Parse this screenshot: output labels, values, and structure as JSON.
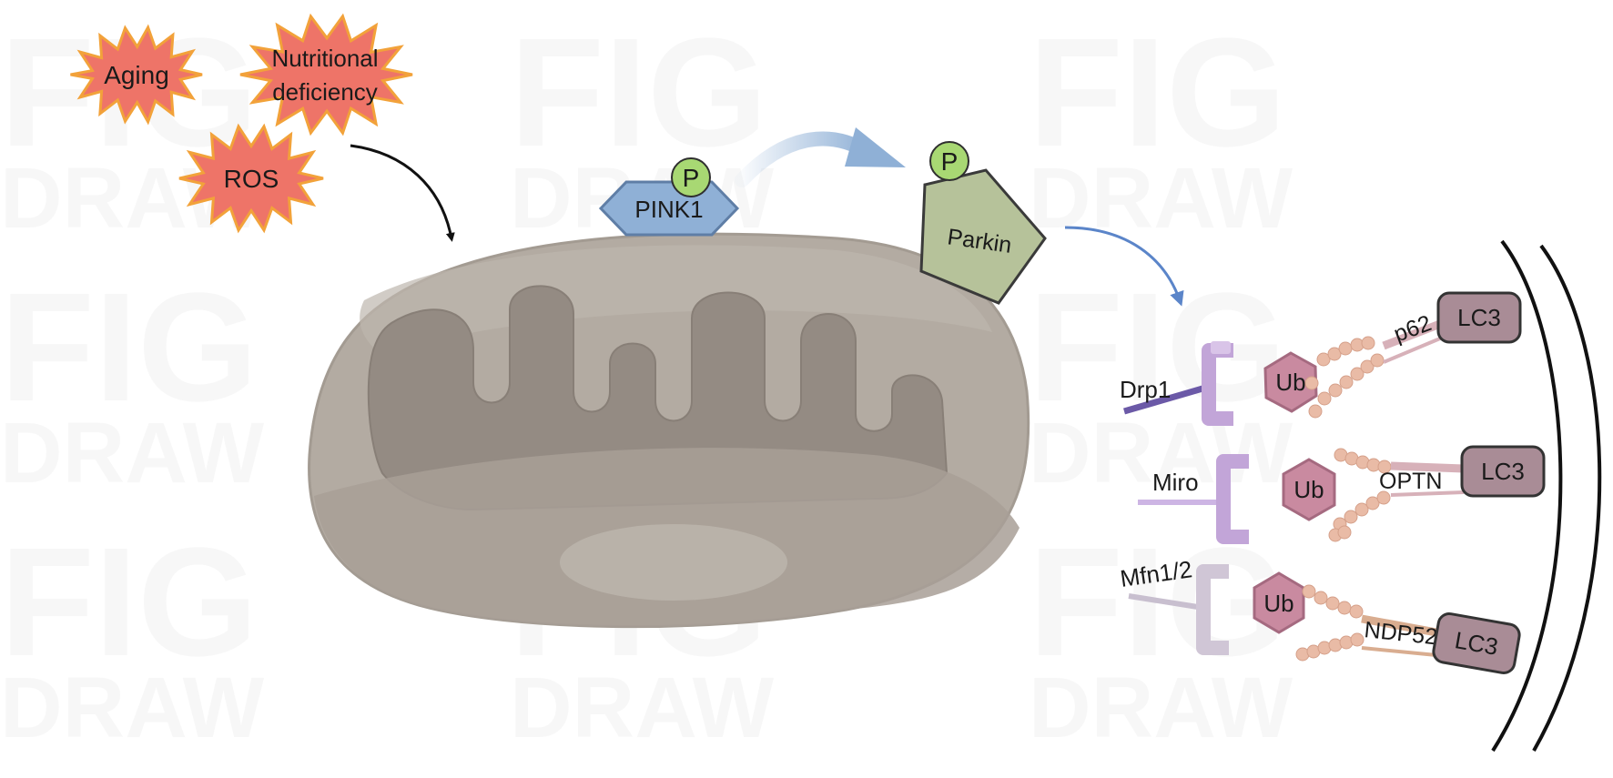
{
  "stressors": [
    {
      "id": "aging",
      "lines": [
        "Aging"
      ]
    },
    {
      "id": "nutritional-deficiency",
      "lines": [
        "Nutritional",
        "deficiency"
      ]
    },
    {
      "id": "ros",
      "lines": [
        "ROS"
      ]
    }
  ],
  "kinases": {
    "pink1": {
      "label": "PINK1",
      "phospho_label": "P"
    },
    "parkin": {
      "label": "Parkin",
      "phospho_label": "P"
    }
  },
  "substrates": [
    {
      "name": "Drp1",
      "ub_label": "Ub",
      "receptor": "p62",
      "autophagy_label": "LC3"
    },
    {
      "name": "Miro",
      "ub_label": "Ub",
      "receptor": "OPTN",
      "autophagy_label": "LC3"
    },
    {
      "name": "Mfn1/2",
      "ub_label": "Ub",
      "receptor": "NDP52",
      "autophagy_label": "LC3"
    }
  ],
  "watermark": {
    "word1": "FIG",
    "word2": "DRAW"
  },
  "colors": {
    "stressor_fill": "#ee7468",
    "stressor_stroke": "#f2a23a",
    "pink1_fill": "#8fb0d6",
    "parkin_fill": "#b6c29a",
    "phospho_fill": "#a8d873",
    "mito_outer": "#b3aba2",
    "mito_inner": "#948b83",
    "ub_fill": "#c98aa0",
    "lc3_fill": "#a98c96",
    "arrow_blue": "#5b85c9"
  }
}
